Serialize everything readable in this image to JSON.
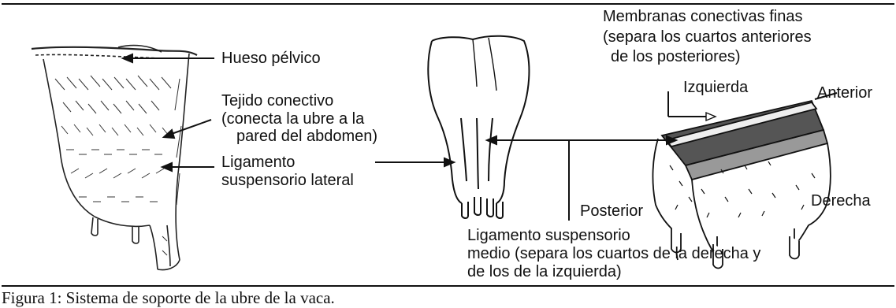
{
  "labels": {
    "hueso_pelvico": "Hueso pélvico",
    "tejido_line1": "Tejido conectivo",
    "tejido_line2": "(conecta la ubre a la",
    "tejido_line3": "pared del abdomen)",
    "ligamento_lat_line1": "Ligamento",
    "ligamento_lat_line2": "suspensorio lateral",
    "membranas_line1": "Membranas conectivas finas",
    "membranas_line2": "(separa los cuartos anteriores",
    "membranas_line3": "de los posteriores)",
    "izquierda": "Izquierda",
    "anterior": "Anterior",
    "derecha": "Derecha",
    "posterior": "Posterior",
    "ligamento_med_line1": "Ligamento suspensorio",
    "ligamento_med_line2": "medio (separa los cuartos de la derecha y",
    "ligamento_med_line3": "de los de la izquierda)"
  },
  "caption": "Figura 1:  Sistema de soporte de la ubre de la vaca."
}
